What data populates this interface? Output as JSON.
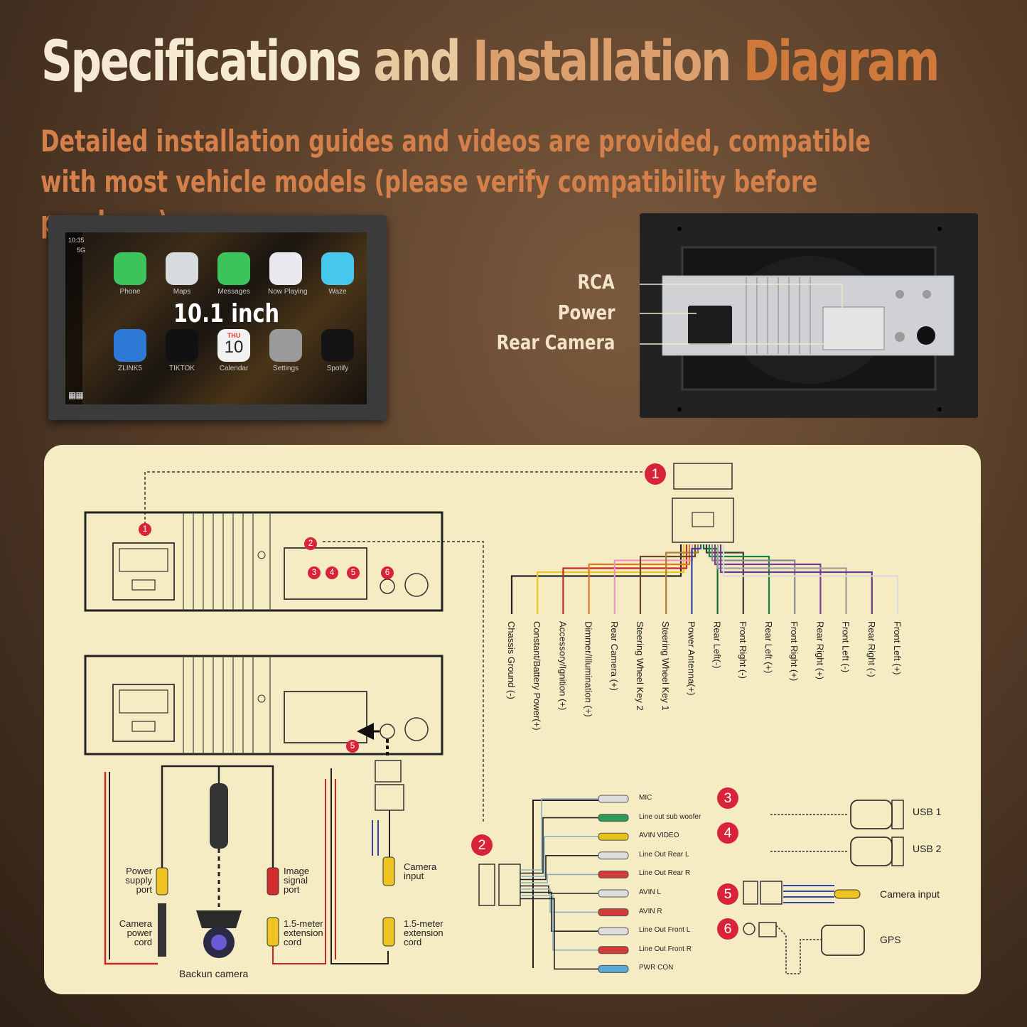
{
  "header": {
    "title_words": [
      "Specifications",
      "and",
      "Installation",
      "Diagram"
    ],
    "subtitle": "Detailed installation guides and videos are provided, compatible with most vehicle models (please verify compatibility before purchase)."
  },
  "front_screen": {
    "size_label": "10.1 inch",
    "status_time": "10:35",
    "status_signal": "5G",
    "apps": [
      {
        "name": "Phone",
        "color": "#3cc35b"
      },
      {
        "name": "Maps",
        "color": "#d7dbe0"
      },
      {
        "name": "Messages",
        "color": "#3cc35b"
      },
      {
        "name": "Now Playing",
        "color": "#e8e8ee"
      },
      {
        "name": "Waze",
        "color": "#45c7ee"
      },
      {
        "name": "ZLINK5",
        "color": "#2d7ad6"
      },
      {
        "name": "TIKTOK",
        "color": "#111111"
      },
      {
        "name": "Calendar",
        "color": "#f2f2f2"
      },
      {
        "name": "Settings",
        "color": "#9a9a9a"
      },
      {
        "name": "Spotify",
        "color": "#141414"
      }
    ],
    "calendar_day": "THU",
    "calendar_date": "10"
  },
  "back_unit": {
    "callouts": [
      "RCA",
      "Power",
      "Rear Camera"
    ]
  },
  "wiring": {
    "wire_labels": [
      "Chassis Ground (-)",
      "Constant/Battery Power(+)",
      "Accessory/Ignition (+)",
      "Dimmer/Illumination (+)",
      "Rear Camera (+)",
      "Steering Wheel Key 2",
      "Steering Wheel Key 1",
      "Power Antenna(+)",
      "Rear Left(-)",
      "Front Right (-)",
      "Rear Left (+)",
      "Front Right (+)",
      "Rear Right (+)",
      "Front Left (-)",
      "Rear Right (-)",
      "Front Left (+)"
    ],
    "wire_colors": [
      "#222222",
      "#f0c420",
      "#c62828",
      "#e07b1a",
      "#e994c8",
      "#6b4a1e",
      "#b07a3a",
      "#2b48a8",
      "#1a6a3a",
      "#3a3a3a",
      "#17824a",
      "#8a8a8a",
      "#7b3e9a",
      "#9e9e9e",
      "#6a3b8a",
      "#d9d9d9"
    ],
    "rca_labels": [
      "MIC",
      "Line out sub woofer",
      "AVIN VIDEO",
      "Line Out Rear L",
      "Line Out Rear R",
      "AVIN L",
      "AVIN R",
      "Line Out Front L",
      "Line Out Front R",
      "PWR CON"
    ],
    "rca_colors": [
      "#dddddd",
      "#2e9a5a",
      "#e6c21a",
      "#dddddd",
      "#d33a3a",
      "#dddddd",
      "#d33a3a",
      "#dddddd",
      "#d33a3a",
      "#5aa8d8"
    ],
    "right_items": [
      {
        "num": "3",
        "label": "USB 1"
      },
      {
        "num": "4",
        "label": "USB 2"
      },
      {
        "num": "5",
        "label": "Camera input"
      },
      {
        "num": "6",
        "label": "GPS"
      }
    ],
    "camera": {
      "power_supply": [
        "Power",
        "supply",
        "port"
      ],
      "camera_power": [
        "Camera",
        "power",
        "cord"
      ],
      "image_signal": [
        "Image",
        "signal",
        "port"
      ],
      "ext1": [
        "1.5-meter",
        "extension",
        "cord"
      ],
      "camera_input": [
        "Camera",
        "input"
      ],
      "ext2": [
        "1.5-meter",
        "extension",
        "cord"
      ],
      "backup_camera": "Backun camera"
    },
    "unit_badges": [
      "1",
      "2",
      "3",
      "4",
      "5",
      "6"
    ],
    "connector_badges": [
      "1",
      "2"
    ],
    "lower_badge": "5"
  }
}
